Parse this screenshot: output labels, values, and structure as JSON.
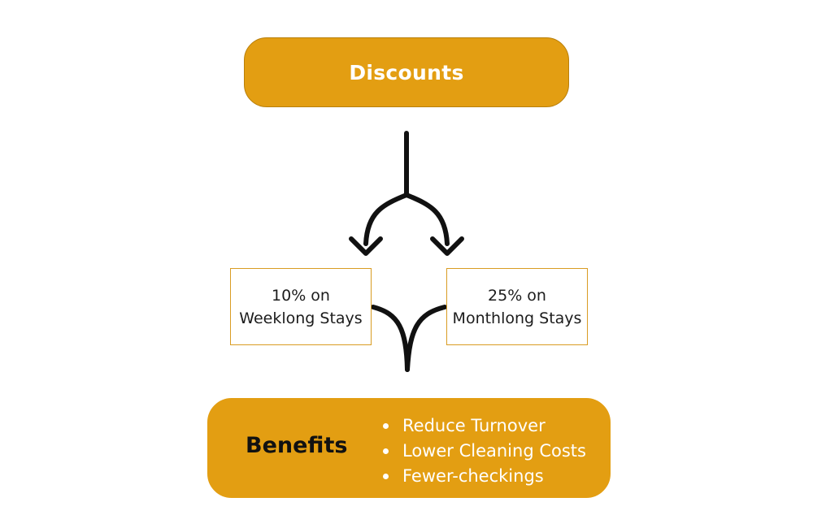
{
  "discounts": {
    "title": "Discounts"
  },
  "options": [
    {
      "line1": "10% on",
      "line2": "Weeklong Stays"
    },
    {
      "line1": "25% on",
      "line2": "Monthlong Stays"
    }
  ],
  "benefits": {
    "title": "Benefits",
    "items": [
      "Reduce Turnover",
      "Lower Cleaning Costs",
      "Fewer-checkings"
    ]
  },
  "colors": {
    "accent": "#e39e12",
    "card_border": "#d99c23",
    "connector": "#111111"
  }
}
